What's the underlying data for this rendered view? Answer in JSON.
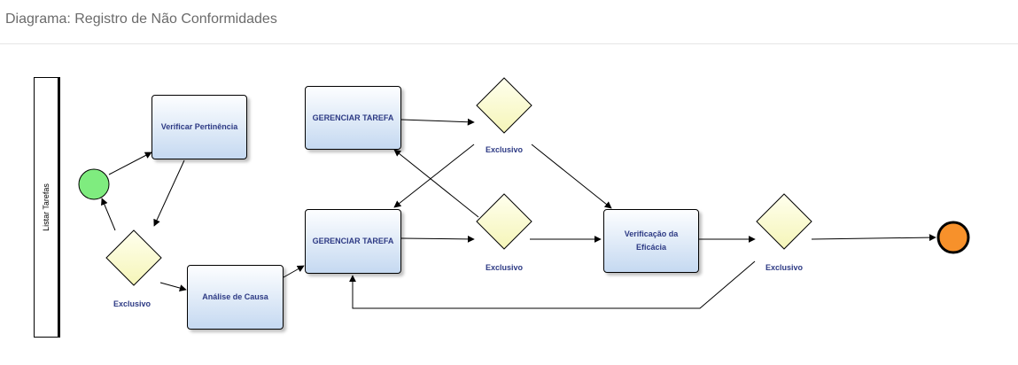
{
  "header": {
    "title": "Diagrama: Registro de Não Conformidades"
  },
  "diagram": {
    "lane_label": "Listar Tarefas",
    "tasks": {
      "verificar": "Verificar Pertinência",
      "gerenciar_top": "GERENCIAR TAREFA",
      "gerenciar_mid": "GERENCIAR TAREFA",
      "analise": "Análise de Causa",
      "eficacia": "Verificação da Eficácia"
    },
    "gateways": {
      "g1": "Exclusivo",
      "g2": "Exclusivo",
      "g3": "Exclusivo",
      "g4": "Exclusivo"
    },
    "colors": {
      "start_event": "#7fec7f",
      "end_event": "#f7912b",
      "gateway_fill": "#ffffcc",
      "task_label": "#2d3a84"
    }
  }
}
